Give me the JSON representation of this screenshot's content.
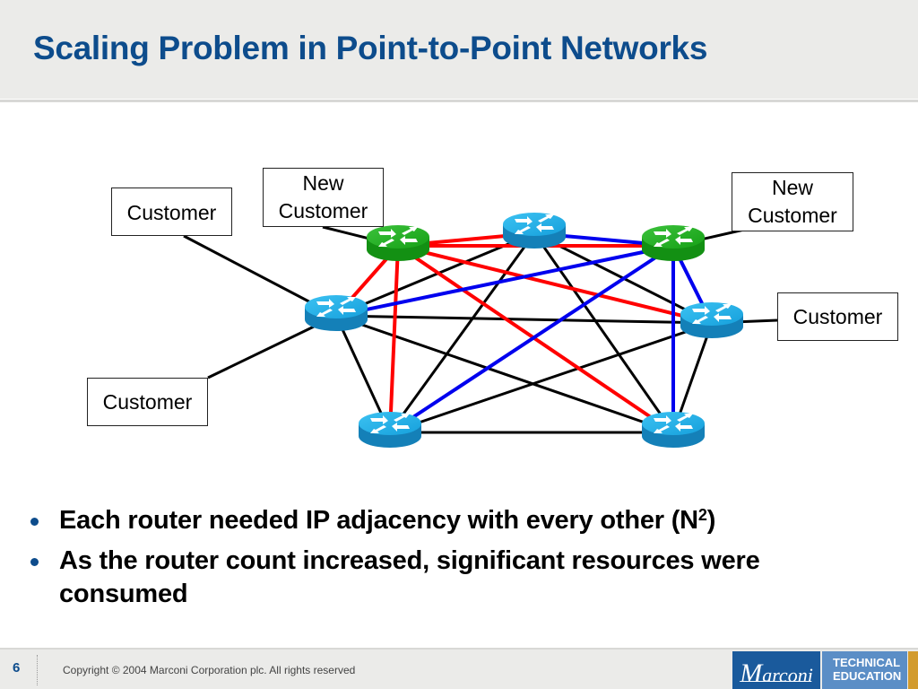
{
  "slide": {
    "title": "Scaling Problem in Point-to-Point Networks",
    "page_number": "6",
    "copyright": "Copyright © 2004 Marconi Corporation plc. All rights reserved"
  },
  "branding": {
    "logo_text": "Marconi",
    "badge_line1": "TECHNICAL",
    "badge_line2": "EDUCATION"
  },
  "colors": {
    "title_blue": "#0d4c8c",
    "router_blue": "#1aa3dd",
    "router_green": "#1aa31a",
    "link_black": "#000000",
    "link_red": "#ff0000",
    "link_blue": "#0000ee"
  },
  "diagram": {
    "customers": [
      {
        "id": "c-topleft",
        "line1": "Customer",
        "line2": "",
        "attached_to": "L"
      },
      {
        "id": "c-new-left",
        "line1": "New",
        "line2": "Customer",
        "attached_to": "GL"
      },
      {
        "id": "c-new-right",
        "line1": "New",
        "line2": "Customer",
        "attached_to": "GR"
      },
      {
        "id": "c-right",
        "line1": "Customer",
        "line2": "",
        "attached_to": "R"
      },
      {
        "id": "c-bottomleft",
        "line1": "Customer",
        "line2": "",
        "attached_to": "L"
      }
    ],
    "routers": [
      {
        "id": "L",
        "type": "existing"
      },
      {
        "id": "GL",
        "type": "new"
      },
      {
        "id": "TC",
        "type": "existing"
      },
      {
        "id": "GR",
        "type": "new"
      },
      {
        "id": "R",
        "type": "existing"
      },
      {
        "id": "BL",
        "type": "existing"
      },
      {
        "id": "BR",
        "type": "existing"
      }
    ],
    "links": [
      {
        "from": "GL",
        "to": "L",
        "color": "red"
      },
      {
        "from": "GL",
        "to": "TC",
        "color": "red"
      },
      {
        "from": "GL",
        "to": "GR",
        "color": "red"
      },
      {
        "from": "GL",
        "to": "R",
        "color": "red"
      },
      {
        "from": "GL",
        "to": "BL",
        "color": "red"
      },
      {
        "from": "GL",
        "to": "BR",
        "color": "red"
      },
      {
        "from": "GR",
        "to": "TC",
        "color": "blue"
      },
      {
        "from": "GR",
        "to": "L",
        "color": "blue"
      },
      {
        "from": "GR",
        "to": "R",
        "color": "blue"
      },
      {
        "from": "GR",
        "to": "BL",
        "color": "blue"
      },
      {
        "from": "GR",
        "to": "BR",
        "color": "blue"
      },
      {
        "from": "L",
        "to": "TC",
        "color": "black"
      },
      {
        "from": "L",
        "to": "R",
        "color": "black"
      },
      {
        "from": "L",
        "to": "BL",
        "color": "black"
      },
      {
        "from": "L",
        "to": "BR",
        "color": "black"
      },
      {
        "from": "TC",
        "to": "BL",
        "color": "black"
      },
      {
        "from": "TC",
        "to": "BR",
        "color": "black"
      },
      {
        "from": "TC",
        "to": "R",
        "color": "black"
      },
      {
        "from": "R",
        "to": "BL",
        "color": "black"
      },
      {
        "from": "R",
        "to": "BR",
        "color": "black"
      },
      {
        "from": "BL",
        "to": "BR",
        "color": "black"
      }
    ]
  },
  "bullets": [
    {
      "text": "Each router needed IP adjacency with every other (N",
      "sup": "2",
      "tail": ")"
    },
    {
      "text": "As the router count increased, significant resources were consumed",
      "sup": "",
      "tail": ""
    }
  ]
}
